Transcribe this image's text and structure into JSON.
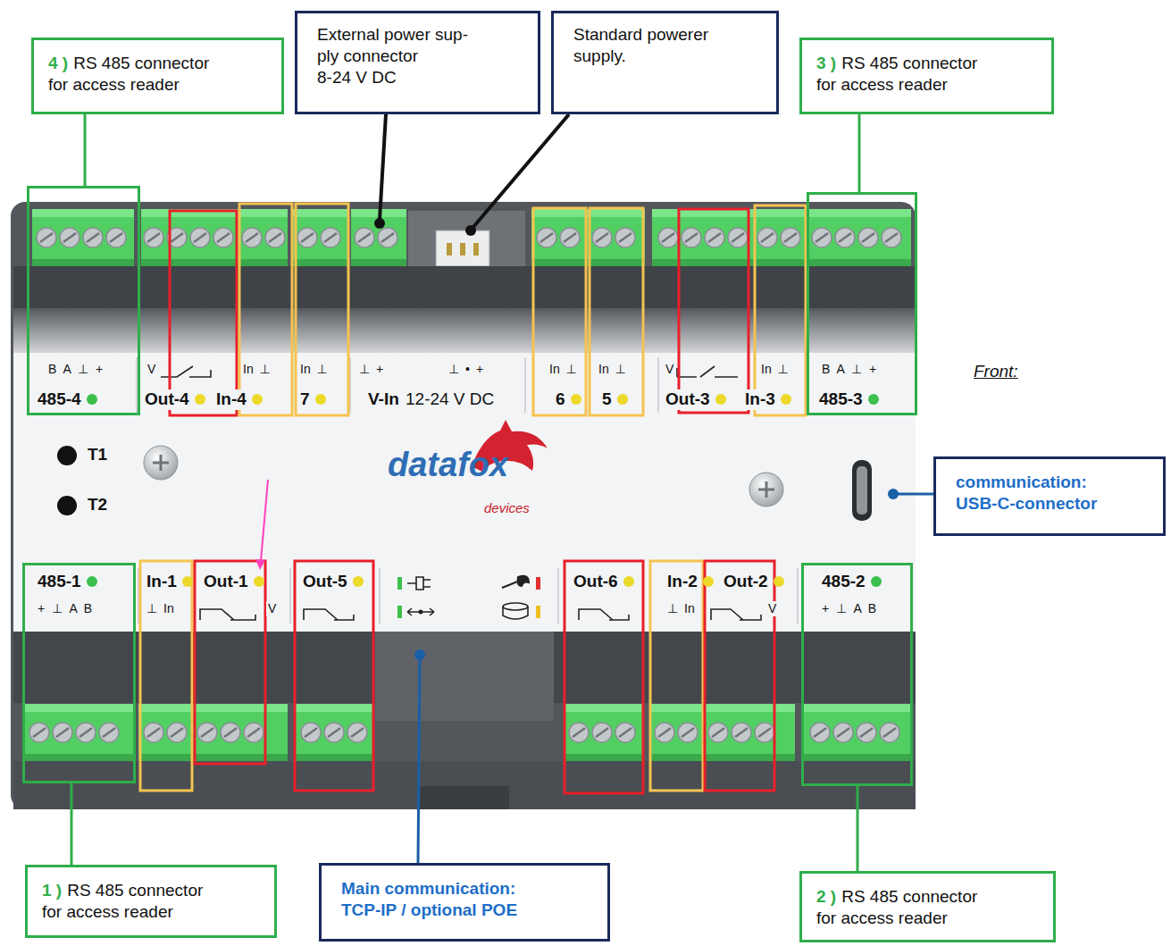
{
  "diagram": {
    "nodes": [
      {
        "text": [
          "4 )",
          "RS 485 connector for access reader"
        ]
      },
      {
        "text": [
          "External power sup- ply connector",
          "8-24 V DC"
        ]
      },
      {
        "text": [
          "Standard powerer supply."
        ]
      },
      {
        "text": [
          "3 )",
          "RS 485 connector for access reader"
        ]
      },
      {
        "text": [
          "B A ⊥ +",
          "485-4"
        ]
      },
      {
        "text": [
          "B A ⊥ +",
          "485-3"
        ]
      },
      {
        "text": [
          "communication:",
          "USB-C-connector"
        ]
      },
      {
        "text": [
          "485-1",
          "+ ⊥ A B"
        ]
      },
      {
        "text": [
          "485-2",
          "+ ⊥ A B"
        ]
      },
      {
        "text": [
          "1 )",
          "RS 485 connector for access reader"
        ]
      },
      {
        "text": [
          "Main communication:",
          "TCP-IP / optional POE"
        ]
      },
      {
        "text": [
          "2 )",
          "RS 485 connector for access reader"
        ]
      }
    ],
    "edges": [
      {
        "from": 0,
        "to": 4,
        "arrow": "none"
      },
      {
        "from": 3,
        "to": 5,
        "arrow": "none"
      },
      {
        "from": 9,
        "to": 7,
        "arrow": "none"
      },
      {
        "from": 11,
        "to": 8,
        "arrow": "none"
      }
    ],
    "labels": [
      "V",
      "In ⊥",
      "In ⊥",
      "⊥ +",
      "⊥ • +",
      "In ⊥",
      "In ⊥",
      "V",
      "In ⊥",
      "Out-4",
      "In-4",
      "7",
      "V-In",
      "12-24 V DC",
      "6",
      "5",
      "Out-3",
      "In-3",
      "Front:",
      "T1",
      "datafox",
      "devices",
      "T2",
      "In-1",
      "Out-1",
      "Out-5",
      "Out-6",
      "In-2",
      "Out-2",
      "⊥ In",
      "V",
      "⊥ In",
      "V"
    ]
  }
}
